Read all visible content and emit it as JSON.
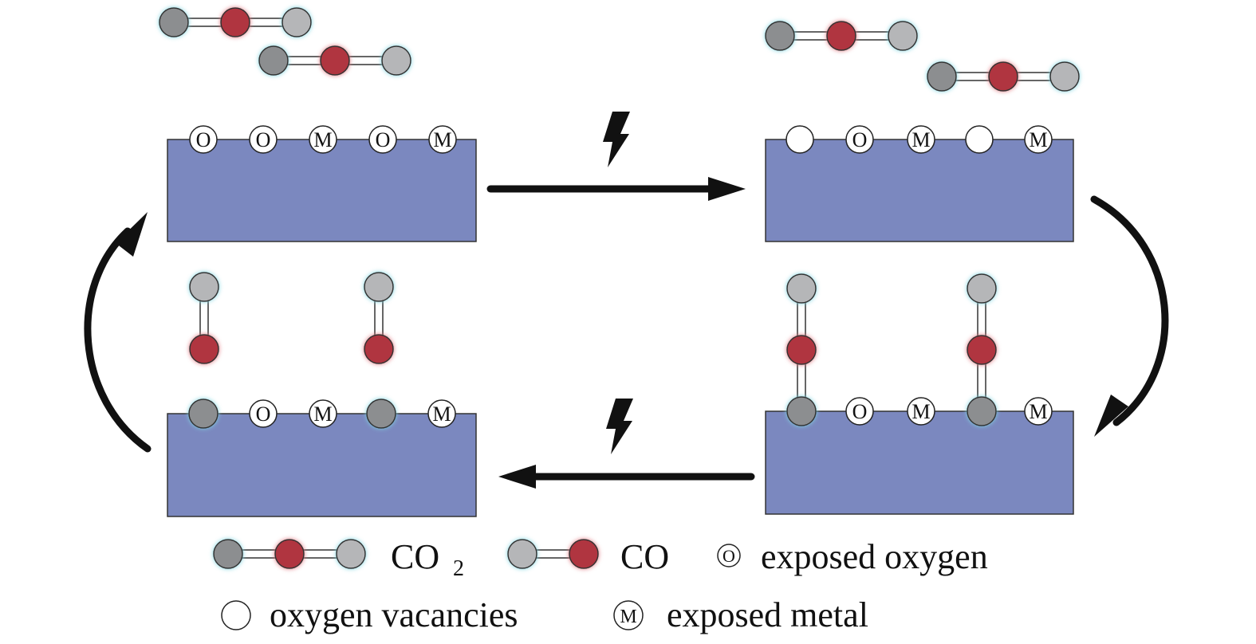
{
  "site_letters": {
    "oxygen": "O",
    "metal": "M"
  },
  "legend": {
    "co2_text": "CO",
    "co2_subscript": "2",
    "co_text": "CO",
    "exposed_oxygen": "exposed oxygen",
    "oxygen_vacancies": "oxygen vacancies",
    "exposed_metal": "exposed metal"
  },
  "colors": {
    "slab": "#7b88bf",
    "carbon": "#8c8e90",
    "oxygen_atom": "#b5b6b8",
    "co_carbon_red": "#b0353f",
    "cyan_glow": "#7fd3df",
    "red_glow": "#e07880",
    "arrow": "#111111"
  },
  "icons": [
    "lightning-bolt-icon",
    "curved-arrow-icon",
    "straight-arrow-icon"
  ]
}
